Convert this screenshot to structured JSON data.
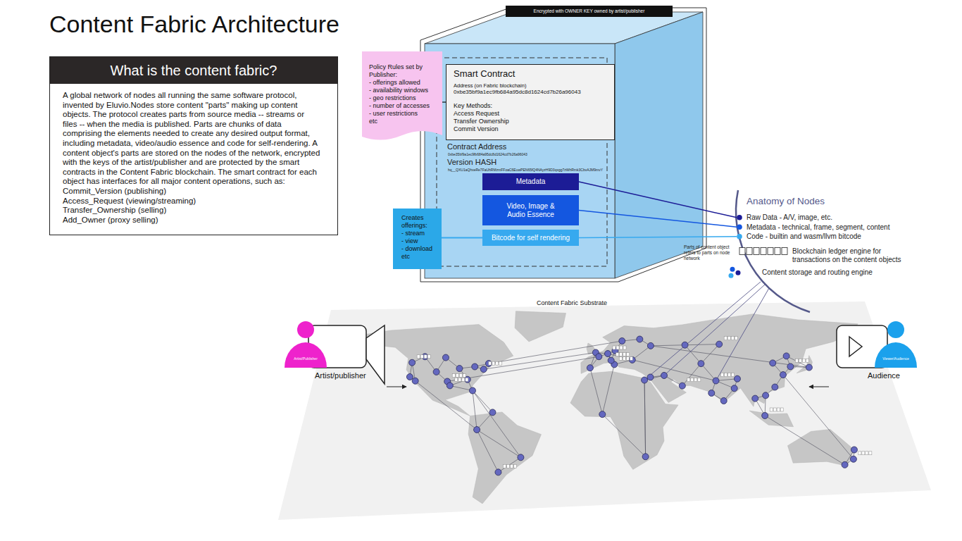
{
  "diagram": {
    "title": "Content Fabric Architecture",
    "nodes": [
      {
        "text": [
          "What is the content fabric?",
          "A global network of nodes all running the same software protocol, invented by Eluvio.Nodes store content \"parts\" making up content objects. The protocol creates parts from source media -- streams or files -- when the media is published. Parts are chunks of data comprising the elements needed to create any desired output format, including metadata, video/audio essence and code for self-rendering. A content object's parts are stored on the nodes of the network, encrypted with the keys of the artist/publisher and are protected by the smart contracts in the Content Fabric blockchain. The smart contract for each object has interfaces for all major content operations, such as:",
          "Commit_Version (publishing)",
          "Access_Request (viewing/streaming)",
          "Transfer_Ownership (selling)",
          "Add_Owner (proxy selling)"
        ]
      },
      {
        "text": [
          "Policy Rules set by Publisher:",
          "- offerings allowed",
          "- availability windows",
          "- geo restrictions",
          "- number of accesses",
          "- user restrictions",
          "etc"
        ]
      },
      {
        "text": [
          "Encrypted with OWNER KEY owned by artist/publisher"
        ]
      },
      {
        "text": [
          "Smart Contract",
          "Address (on Fabric blockchain)",
          "0xbe35bf9a1ec9fb684a95dc8d1624cd7b26a96043",
          "Key Methods:",
          "Access Request",
          "Transfer Ownership",
          "Commit Version"
        ],
        "in": 2
      },
      {
        "text": [
          "Metadata"
        ],
        "in": 2
      },
      {
        "text": [
          "Video, Image & Audio Essence"
        ],
        "in": 2
      },
      {
        "text": [
          "Bitcode for self rendering"
        ],
        "in": 2
      },
      {
        "text": [
          "Creates offerings:",
          "- stream",
          "- view",
          "- download",
          "etc"
        ]
      },
      {
        "text": [
          "Anatomy of Nodes",
          "Raw Data - A/V, image, etc.",
          "Metadata - technical, frame, segment, content",
          "Code - builtin and wasm/llvm bitcode",
          "Blockchain ledger engine for transactions on the content objects",
          "Content storage and routing engine"
        ]
      },
      {
        "text": [
          "Artist/Publisher"
        ]
      },
      {
        "text": [
          "Viewer/Audience"
        ]
      }
    ],
    "edges": [
      {
        "from": 1,
        "to": 3,
        "arrow": "none"
      },
      {
        "from": 7,
        "to": 6,
        "arrow": "none"
      },
      {
        "from": 4,
        "to": 8,
        "arrow": "none"
      },
      {
        "from": 5,
        "to": 8,
        "arrow": "none"
      },
      {
        "from": 6,
        "to": 8,
        "arrow": "none"
      }
    ],
    "labels": [
      "Contract Address",
      "0xbe35bf9a1ec9fb684a95dc8d1624cd7b26a96043",
      "Version HASH",
      "hq__QXU1aQhxeRe7FaUhRMzmFFoaC6EuwPEN65fQ4NAyzH9D3qxgg7zWhRmk3CbvAJM9mvY",
      "Parts of content object refers to parts on node network",
      "Content Fabric Substrate",
      "Artist/publisher",
      "Audience"
    ]
  }
}
